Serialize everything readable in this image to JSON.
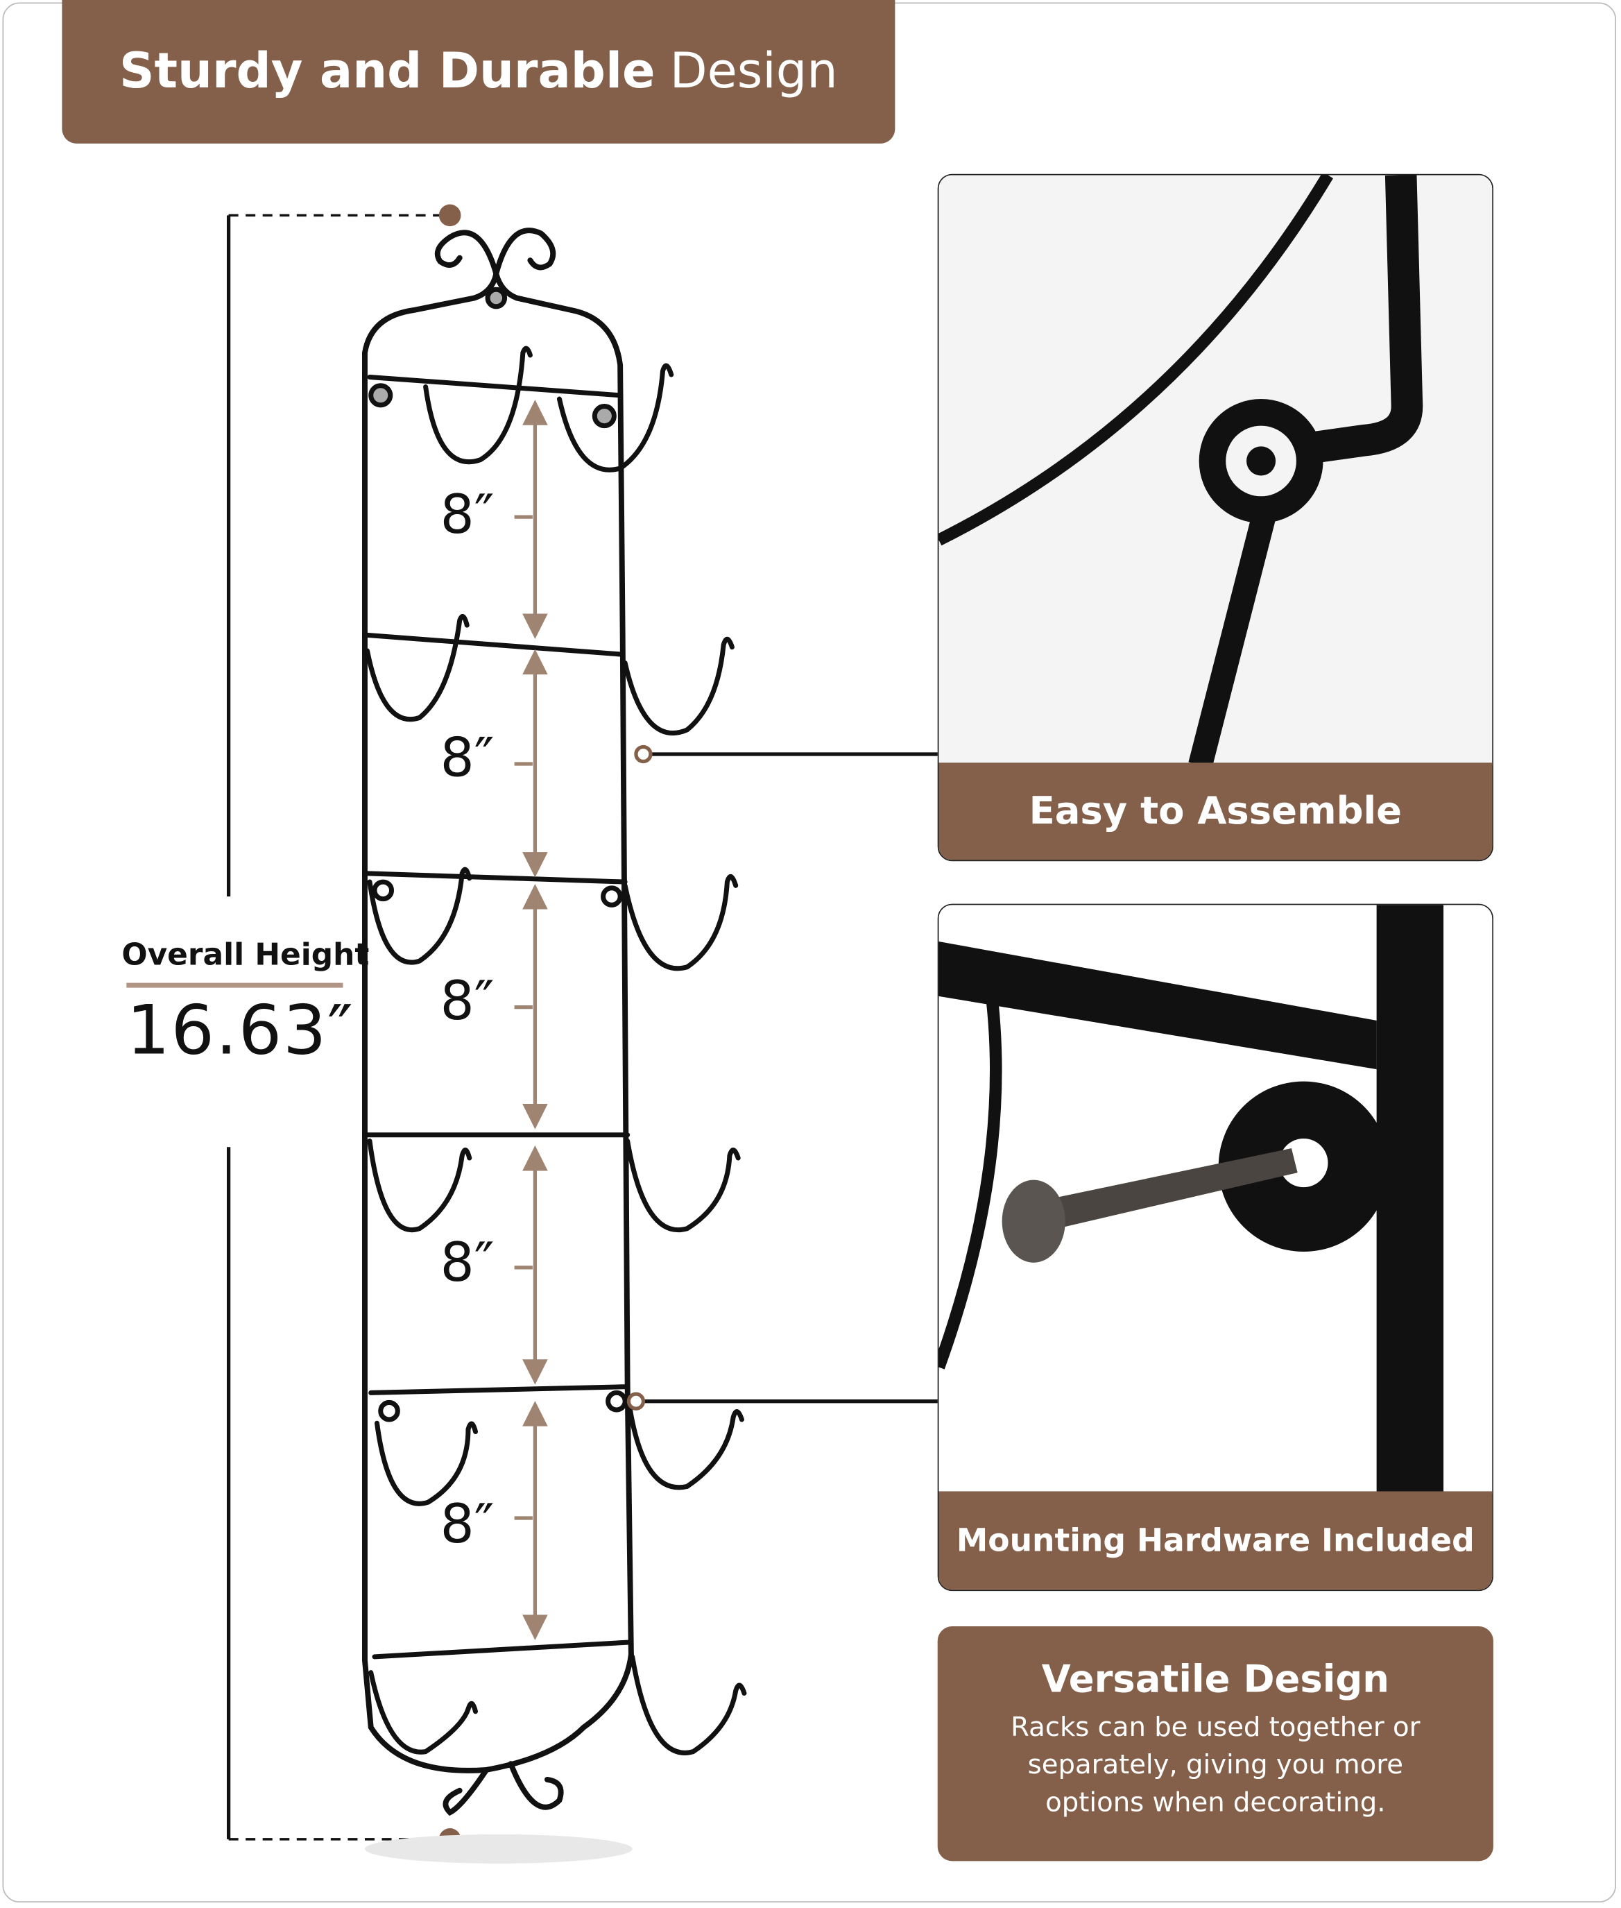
{
  "colors": {
    "brand_brown": "#84604b",
    "accent_light": "#b19483",
    "metal": "#111111"
  },
  "banner": {
    "title_bold": "Sturdy and Durable",
    "title_regular": "Design"
  },
  "overall_height": {
    "label": "Overall Height",
    "value": "16.63″"
  },
  "spacing_labels": [
    "8″",
    "8″",
    "8″",
    "8″",
    "8″"
  ],
  "panels": [
    {
      "label": "Easy to Assemble",
      "image": "closeup-screw-joint"
    },
    {
      "label": "Mounting Hardware Included",
      "image": "closeup-screw-washer"
    }
  ],
  "versatile": {
    "title": "Versatile Design",
    "body": "Racks can be used together or separately,  giving  you  more options  when decorating."
  }
}
